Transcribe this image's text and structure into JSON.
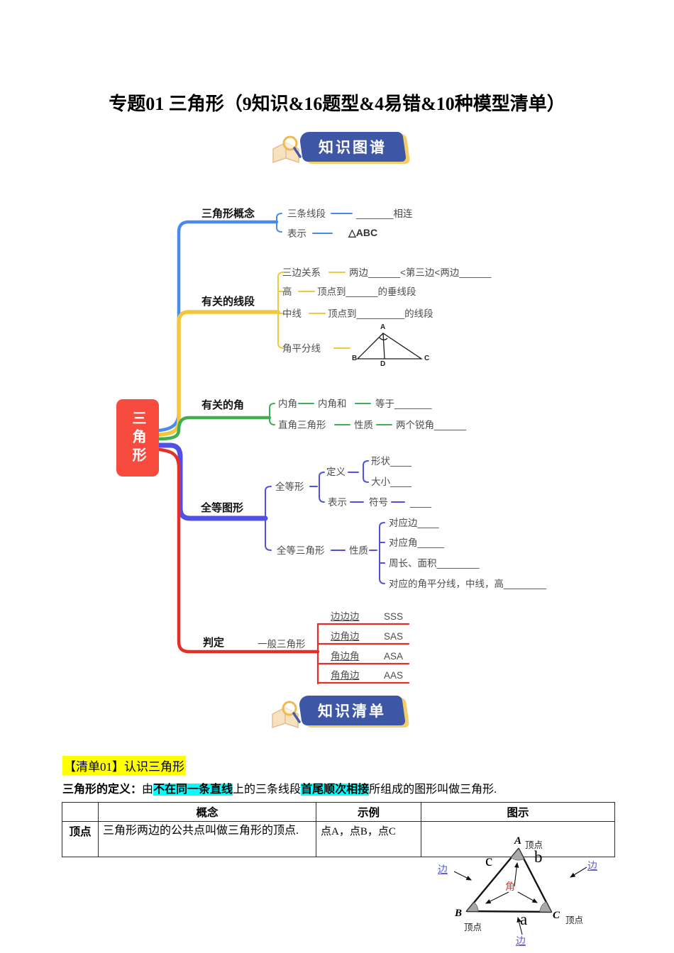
{
  "page": {
    "title": "专题01 三角形（9知识&16题型&4易错&10种模型清单）"
  },
  "banners": {
    "map": "知识图谱",
    "list": "知识清单",
    "icon": "book-magnifier-icon"
  },
  "colors": {
    "banner_blue": "#3d56a5",
    "banner_gold": "#f3cf67",
    "branch_blue": "#4a89f0",
    "branch_yellow": "#f3c73c",
    "branch_green": "#3faf50",
    "branch_indigo": "#5050e8",
    "branch_red": "#e62e24",
    "root_red": "#f84b40",
    "highlight_yellow": "#ffff00",
    "highlight_cyan": "#00ffff",
    "side_purple": "#5b5bd6",
    "angle_red": "#c0504d"
  },
  "mindmap": {
    "root": "三角形",
    "concept": {
      "label": "三角形概念",
      "c1": "三条线段",
      "c1v": "_______相连",
      "c2": "表示",
      "c2v": "△ABC"
    },
    "segments": {
      "label": "有关的线段",
      "c1": "三边关系",
      "c1v": "两边______<第三边<两边______",
      "c2": "高",
      "c2v": "顶点到______的垂线段",
      "c3": "中线",
      "c3v": "顶点到_________的线段",
      "c4": "角平分线",
      "tri": {
        "a": "A",
        "b": "B",
        "d": "D",
        "c": "C"
      }
    },
    "angles": {
      "label": "有关的角",
      "c1": "内角",
      "c1m": "内角和",
      "c1v": "等于_______",
      "c2": "直角三角形",
      "c2m": "性质",
      "c2v": "两个锐角______"
    },
    "congruent": {
      "label": "全等图形",
      "shape": "全等形",
      "def": "定义",
      "defv1": "形状____",
      "defv2": "大小____",
      "rep": "表示",
      "repm": "符号",
      "repv": "____",
      "tri": "全等三角形",
      "prop": "性质",
      "p1": "对应边____",
      "p2": "对应角_____",
      "p3": "周长、面积________",
      "p4": "对应的角平分线，中线，高________"
    },
    "judge": {
      "label": "判定",
      "general": "一般三角形",
      "rows": [
        {
          "cn": "边边边",
          "en": "SSS"
        },
        {
          "cn": "边角边",
          "en": "SAS"
        },
        {
          "cn": "角边角",
          "en": "ASA"
        },
        {
          "cn": "角角边",
          "en": "AAS"
        }
      ]
    }
  },
  "section": {
    "heading": "【清单01】认识三角形",
    "def_prefix": "三角形的定义：",
    "def_p1": "由",
    "def_hl1": "不在同一条直线",
    "def_p2": "上的三条线段",
    "def_hl2": "首尾顺次相接",
    "def_p3": "所组成的图形叫做三角形."
  },
  "table": {
    "headers": [
      "",
      "概念",
      "示例",
      "图示"
    ],
    "row": {
      "term": "顶点",
      "concept": "三角形两边的公共点叫做三角形的顶点.",
      "example": "点A，点B，点C"
    }
  },
  "figure": {
    "vertexA": "A",
    "vertexB": "B",
    "vertexC": "C",
    "dingdian": "顶点",
    "sideA": "a",
    "sideB": "b",
    "sideC": "c",
    "edge": "边",
    "angle": "角"
  }
}
